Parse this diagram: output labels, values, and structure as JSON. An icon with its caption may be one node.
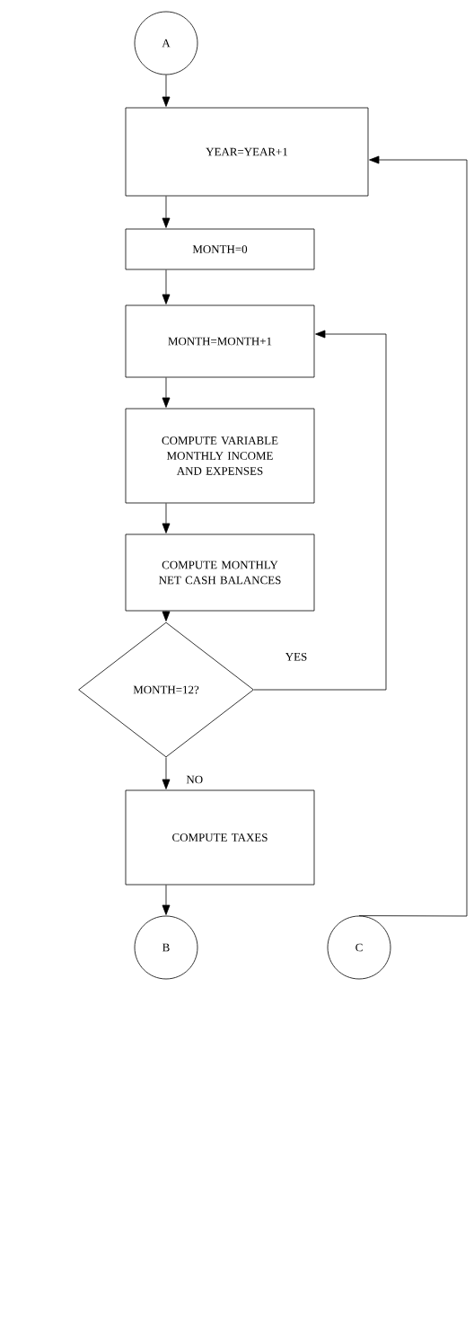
{
  "diagram": {
    "nodes": [
      {
        "text": [
          "A"
        ]
      },
      {
        "text": [
          "YEAR=YEAR+1"
        ]
      },
      {
        "text": [
          "MONTH=0"
        ]
      },
      {
        "text": [
          "MONTH=MONTH+1"
        ]
      },
      {
        "text": [
          "COMPUTE VARIABLE MONTHLY INCOME AND EXPENSES"
        ]
      },
      {
        "text": [
          "COMPUTE MONTHLY NET CASH BALANCES"
        ]
      },
      {
        "text": [
          "MONTH=12?"
        ]
      },
      {
        "text": [
          "COMPUTE TAXES"
        ]
      },
      {
        "text": [
          "B"
        ]
      },
      {
        "text": [
          "C"
        ]
      }
    ],
    "edges": [
      {
        "from": 0,
        "to": 1,
        "arrow": "to"
      },
      {
        "from": 1,
        "to": 2,
        "arrow": "to"
      },
      {
        "from": 2,
        "to": 3,
        "arrow": "to"
      },
      {
        "from": 3,
        "to": 4,
        "arrow": "to"
      },
      {
        "from": 4,
        "to": 5,
        "arrow": "to"
      },
      {
        "from": 5,
        "to": 6,
        "arrow": "to"
      },
      {
        "from": 6,
        "to": 3,
        "arrow": "to",
        "label": "YES"
      },
      {
        "from": 6,
        "to": 7,
        "arrow": "to",
        "label": "NO"
      },
      {
        "from": 7,
        "to": 8,
        "arrow": "to"
      },
      {
        "from": 9,
        "to": 1,
        "arrow": "to"
      }
    ]
  }
}
